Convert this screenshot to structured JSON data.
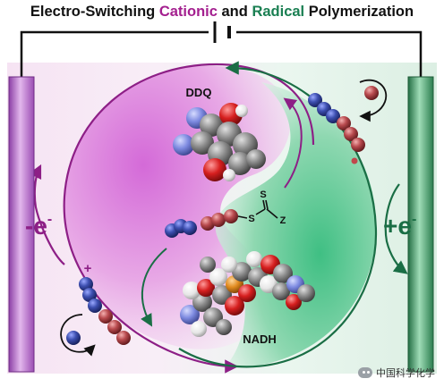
{
  "title": {
    "prefix": "Electro-Switching ",
    "cationic": "Cationic",
    "middle": " and ",
    "radical": "Radical",
    "suffix": " Polymerization"
  },
  "labels": {
    "ddq": "DDQ",
    "nadh": "NADH",
    "oxidation": "-e",
    "oxidation_sup": "-",
    "reduction": "+e",
    "reduction_sup": "-",
    "plus_charge": "+",
    "cta_s_top": "S",
    "cta_s_bottom": "S",
    "cta_z": "Z"
  },
  "watermark": "中国科学化学",
  "colors": {
    "cationic": "#a4208f",
    "radical": "#1a7f52",
    "electrode_left": "#b46ac6",
    "electrode_right": "#3f9a63",
    "monomer_blue": "#3d4fb0",
    "monomer_red": "#b84a4e"
  }
}
